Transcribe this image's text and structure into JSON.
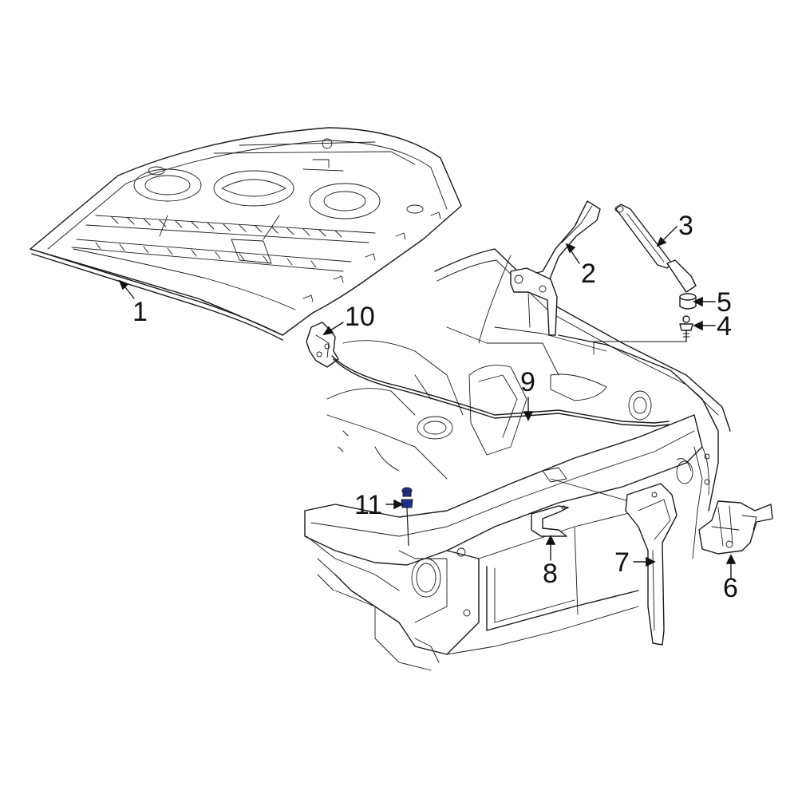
{
  "callouts": [
    {
      "id": "1",
      "label": "1",
      "part": "hood"
    },
    {
      "id": "2",
      "label": "2",
      "part": "hinge"
    },
    {
      "id": "3",
      "label": "3",
      "part": "support strut"
    },
    {
      "id": "4",
      "label": "4",
      "part": "ball stud"
    },
    {
      "id": "5",
      "label": "5",
      "part": "bumper"
    },
    {
      "id": "6",
      "label": "6",
      "part": "latch"
    },
    {
      "id": "7",
      "label": "7",
      "part": "support"
    },
    {
      "id": "8",
      "label": "8",
      "part": "bracket"
    },
    {
      "id": "9",
      "label": "9",
      "part": "release cable"
    },
    {
      "id": "10",
      "label": "10",
      "part": "release handle"
    },
    {
      "id": "11",
      "label": "11",
      "part": "bolt"
    }
  ],
  "colors": {
    "line": "#1a1a1a",
    "highlight": "#1f2f8f",
    "background": "#ffffff"
  }
}
